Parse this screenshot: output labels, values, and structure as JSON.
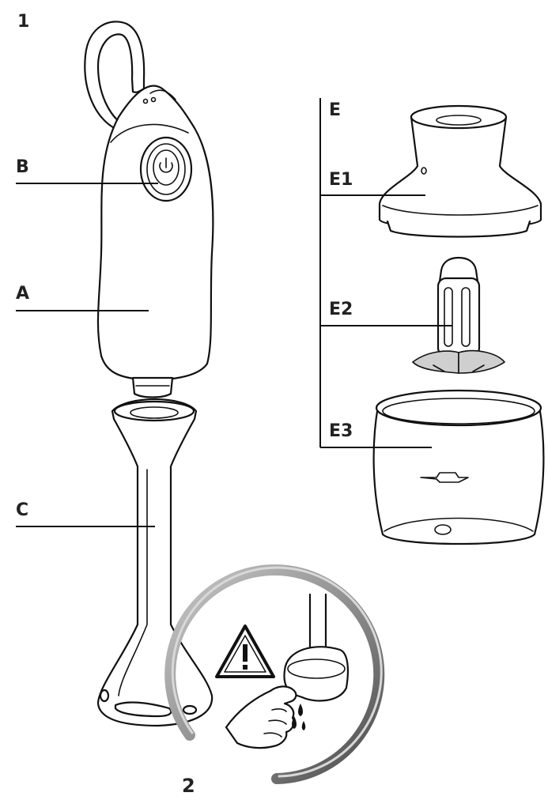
{
  "figure_number": "1",
  "inset_number": "2",
  "labels": {
    "A": "A",
    "B": "B",
    "C": "C",
    "E": "E",
    "E1": "E1",
    "E2": "E2",
    "E3": "E3"
  },
  "icons": {
    "warning": "warning-triangle-icon",
    "power_button": "power-icon"
  },
  "colors": {
    "ring_outer": "#7a7a7a",
    "ring_inner": "#d4d4d4",
    "line": "#111111",
    "text": "#222222"
  }
}
